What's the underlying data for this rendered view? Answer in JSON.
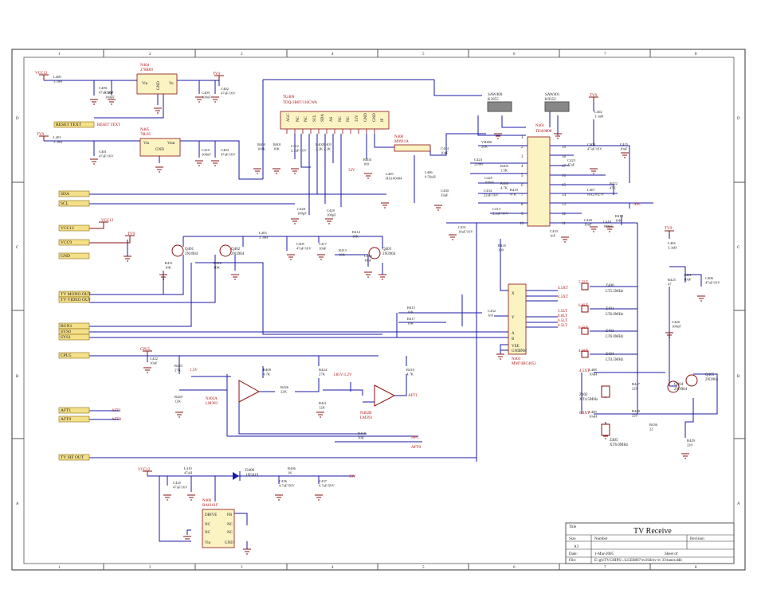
{
  "frame": {
    "cols": [
      "1",
      "2",
      "3",
      "4",
      "5",
      "6",
      "7",
      "8"
    ],
    "rows": [
      "D",
      "C",
      "B",
      "A"
    ]
  },
  "nets": {
    "reset_text": "RESET TEXT",
    "sda": "SDA",
    "scl": "SCL",
    "vcc12": "VCC12",
    "vcc9": "VCC9",
    "tv9": "TV9",
    "gnd": "GND",
    "tv_mono_out": "TV MONO OUT",
    "tv_video_out": "TV VIDEO OUT",
    "sys0": "BGN1",
    "sys0_b": "SYS0",
    "sys1": "SYS1",
    "cpu5": "CPU5",
    "aft1": "AFT1",
    "aft0": "AFT0",
    "apc": "APC",
    "tv_sif_out": "TV SIF OUT",
    "v33": "33V"
  },
  "components": {
    "n404": {
      "ref": "N404",
      "part": "278R09",
      "pins": [
        "Vin",
        "Vo",
        "GND"
      ]
    },
    "n405": {
      "ref": "N405",
      "part": "78L05",
      "pins": [
        "Vin",
        "Vout",
        "GND"
      ]
    },
    "tu400": {
      "ref": "TU400",
      "part": "TDQ-3B6T/116CWA",
      "pins": [
        "AGC",
        "NC",
        "NC",
        "SCL",
        "SDA",
        "AS",
        "NC",
        "NC",
        "33V",
        "GND",
        "GND",
        "IF"
      ]
    },
    "n400": {
      "ref": "N400",
      "part": "M9911A"
    },
    "saw400": {
      "ref": "SAW400",
      "part": "K3955"
    },
    "saw401": {
      "ref": "SAW401",
      "part": "K9352"
    },
    "n401": {
      "ref": "N401",
      "part": "TDA9808"
    },
    "n403": {
      "ref": "N403",
      "part": "MM74HC4052",
      "outputs": [
        "4.5XT",
        "4.5XT",
        "5.5LT",
        "6.0LT",
        "6.5LT",
        "6.5LT"
      ]
    },
    "filters": [
      {
        "net": "5.5LT",
        "ref": "Z400",
        "part": "LT5.5MHz"
      },
      {
        "net": "6.0LT",
        "ref": "Z401",
        "part": "LT6.0MHz"
      },
      {
        "net": "6.5LT",
        "ref": "Z403",
        "part": "LT6.0MHz"
      },
      {
        "net": "4.5LT",
        "ref": "Z404",
        "part": "LT4.5MHz"
      }
    ],
    "n402a": {
      "ref": "N402A",
      "part": "LM393"
    },
    "n402b": {
      "ref": "N402B",
      "part": "LM393"
    },
    "n406": {
      "ref": "N406",
      "part": "BA6161F",
      "pins": [
        "DRIVE",
        "FB",
        "NC",
        "NC",
        "NC",
        "NC",
        "Vin",
        "GND"
      ]
    },
    "d400": {
      "ref": "D400",
      "part": "1N5819"
    },
    "q401": {
      "ref": "Q401",
      "part": "2N3904"
    },
    "q402": {
      "ref": "Q402",
      "part": "2N3904"
    },
    "q403": {
      "ref": "Q403",
      "part": "2N3904"
    },
    "q404": {
      "ref": "Q404",
      "part": "2N3904"
    },
    "q405": {
      "ref": "Q405",
      "part": "2N3904"
    },
    "z402": {
      "ref": "Z402",
      "part": "XT4.5MHz",
      "net": "4.5XT"
    },
    "z405": {
      "ref": "Z405",
      "part": "XT6.0MHz",
      "net": "6.0XT"
    },
    "passives": [
      {
        "ref": "L400",
        "val": "3.3uH"
      },
      {
        "ref": "C400",
        "val": "47uF/16V"
      },
      {
        "ref": "C407",
        "val": "100nF"
      },
      {
        "ref": "C409",
        "val": "100nF"
      },
      {
        "ref": "C402",
        "val": "47uF/16V"
      },
      {
        "ref": "L401",
        "val": "3.3uH"
      },
      {
        "ref": "C401",
        "val": "47uF/16V"
      },
      {
        "ref": "C410",
        "val": "100nF"
      },
      {
        "ref": "C403",
        "val": "47uF/16V"
      },
      {
        "ref": "R400",
        "val": "100K"
      },
      {
        "ref": "R401",
        "val": "10K"
      },
      {
        "ref": "C412",
        "val": "2.2uF/16V"
      },
      {
        "ref": "R402",
        "val": "2.2K"
      },
      {
        "ref": "R403",
        "val": "2.2K"
      },
      {
        "ref": "C428",
        "val": "100pF"
      },
      {
        "ref": "C429",
        "val": "100pF"
      },
      {
        "ref": "R404",
        "val": "100"
      },
      {
        "ref": "L405",
        "val": "HA100404"
      },
      {
        "ref": "L406",
        "val": "0.56uH"
      },
      {
        "ref": "C414",
        "val": "10nF"
      },
      {
        "ref": "C430",
        "val": "33pF"
      },
      {
        "ref": "C431",
        "val": "10uF/16V"
      },
      {
        "ref": "VR400",
        "val": "20K"
      },
      {
        "ref": "C424",
        "val": "220nF"
      },
      {
        "ref": "R405",
        "val": "1.5K"
      },
      {
        "ref": "C425",
        "val": "100nF"
      },
      {
        "ref": "R406",
        "val": "4.7K"
      },
      {
        "ref": "C434",
        "val": "22uF/16V"
      },
      {
        "ref": "R410",
        "val": "47K"
      },
      {
        "ref": "C413",
        "val": "2.2uF/16V"
      },
      {
        "ref": "C433",
        "val": "1nF"
      },
      {
        "ref": "L402",
        "val": "3.3uH"
      },
      {
        "ref": "C404",
        "val": "47uF/16V"
      },
      {
        "ref": "C415",
        "val": "10nF"
      },
      {
        "ref": "C423",
        "val": "47nF"
      },
      {
        "ref": "L407",
        "val": "HA210278"
      },
      {
        "ref": "R422",
        "val": "47K"
      },
      {
        "ref": "C420",
        "val": "10nF"
      },
      {
        "ref": "C418",
        "val": "100pF"
      },
      {
        "ref": "R419",
        "val": "10K"
      },
      {
        "ref": "L403",
        "val": "3.3uH"
      },
      {
        "ref": "C405",
        "val": "47uF/16V"
      },
      {
        "ref": "C417",
        "val": "10nF"
      },
      {
        "ref": "R414",
        "val": "10K"
      },
      {
        "ref": "R413",
        "val": "10K"
      },
      {
        "ref": "C416",
        "val": "10nF"
      },
      {
        "ref": "R411",
        "val": "10K"
      },
      {
        "ref": "R412",
        "val": "10K"
      },
      {
        "ref": "R435",
        "val": "100"
      },
      {
        "ref": "R415",
        "val": "10K"
      },
      {
        "ref": "R417",
        "val": "10K"
      },
      {
        "ref": "C432",
        "val": "1nF"
      },
      {
        "ref": "L404",
        "val": "3.3uH"
      },
      {
        "ref": "R425",
        "val": "47"
      },
      {
        "ref": "C421",
        "val": "10nF"
      },
      {
        "ref": "C406",
        "val": "47uF/16V"
      },
      {
        "ref": "C426",
        "val": "100nF"
      },
      {
        "ref": "C422",
        "val": "10nF"
      },
      {
        "ref": "R423",
        "val": "27K"
      },
      {
        "ref": "R420",
        "val": "12K"
      },
      {
        "ref": "R409",
        "val": "4.7K"
      },
      {
        "ref": "R426",
        "val": "22K"
      },
      {
        "ref": "R424",
        "val": "27K"
      },
      {
        "ref": "R421",
        "val": "12K"
      },
      {
        "ref": "R410",
        "val": "4.7K"
      },
      {
        "ref": "R418",
        "val": "10K"
      },
      {
        "ref": "L408",
        "val": "10uH"
      },
      {
        "ref": "R427",
        "val": "220"
      },
      {
        "ref": "L409",
        "val": "10uH"
      },
      {
        "ref": "R428",
        "val": "220"
      },
      {
        "ref": "R436",
        "val": "22"
      },
      {
        "ref": "R429",
        "val": "220"
      },
      {
        "ref": "L410",
        "val": "47uH"
      },
      {
        "ref": "C435",
        "val": "47uF/16V"
      },
      {
        "ref": "R436",
        "val": "1K"
      },
      {
        "ref": "C436",
        "val": "4.7uF/50V"
      },
      {
        "ref": "C437",
        "val": "4.7uF/50V"
      }
    ],
    "annotations": [
      "1.5V",
      "1.85V/1.2V"
    ]
  },
  "title_block": {
    "title_label": "Title",
    "title": "TV Receive",
    "size_label": "Size",
    "number_label": "Number",
    "revision_label": "Revision",
    "size": "A3",
    "date_label": "Date:",
    "date": "1-Mar-2005",
    "sheet_label": "Sheet of",
    "file_label": "File:",
    "file": "E:\\gh\\TVCHIPS\\..\\LGE8807\\tv4\\lib\\tv-tv 33\\tuner.ddb"
  }
}
